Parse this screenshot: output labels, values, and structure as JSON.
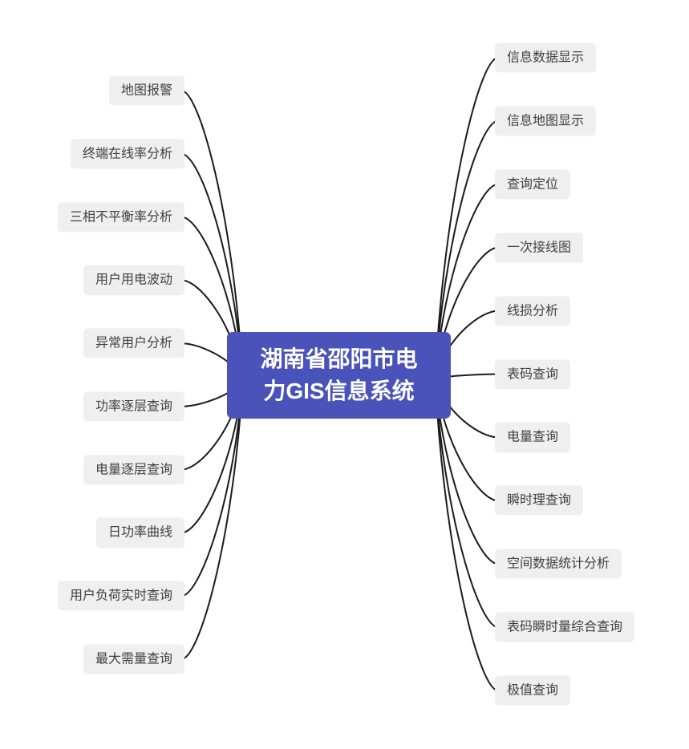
{
  "root": {
    "label": "湖南省邵阳市电力GIS信息系统"
  },
  "left_branches": [
    {
      "label": "地图报警"
    },
    {
      "label": "终端在线率分析"
    },
    {
      "label": "三相不平衡率分析"
    },
    {
      "label": "用户用电波动"
    },
    {
      "label": "异常用户分析"
    },
    {
      "label": "功率逐层查询"
    },
    {
      "label": "电量逐层查询"
    },
    {
      "label": "日功率曲线"
    },
    {
      "label": "用户负荷实时查询"
    },
    {
      "label": "最大需量查询"
    }
  ],
  "right_branches": [
    {
      "label": "信息数据显示"
    },
    {
      "label": "信息地图显示"
    },
    {
      "label": "查询定位"
    },
    {
      "label": "一次接线图"
    },
    {
      "label": "线损分析"
    },
    {
      "label": "表码查询"
    },
    {
      "label": "电量查询"
    },
    {
      "label": "瞬时理查询"
    },
    {
      "label": "空间数据统计分析"
    },
    {
      "label": "表码瞬时量综合查询"
    },
    {
      "label": "极值查询"
    }
  ],
  "colors": {
    "root_bg": "#4a53ba",
    "root_text": "#ffffff",
    "node_bg": "#efefef",
    "node_text": "#3f3f3f",
    "line": "#1b1b1b",
    "background": "#ffffff"
  }
}
